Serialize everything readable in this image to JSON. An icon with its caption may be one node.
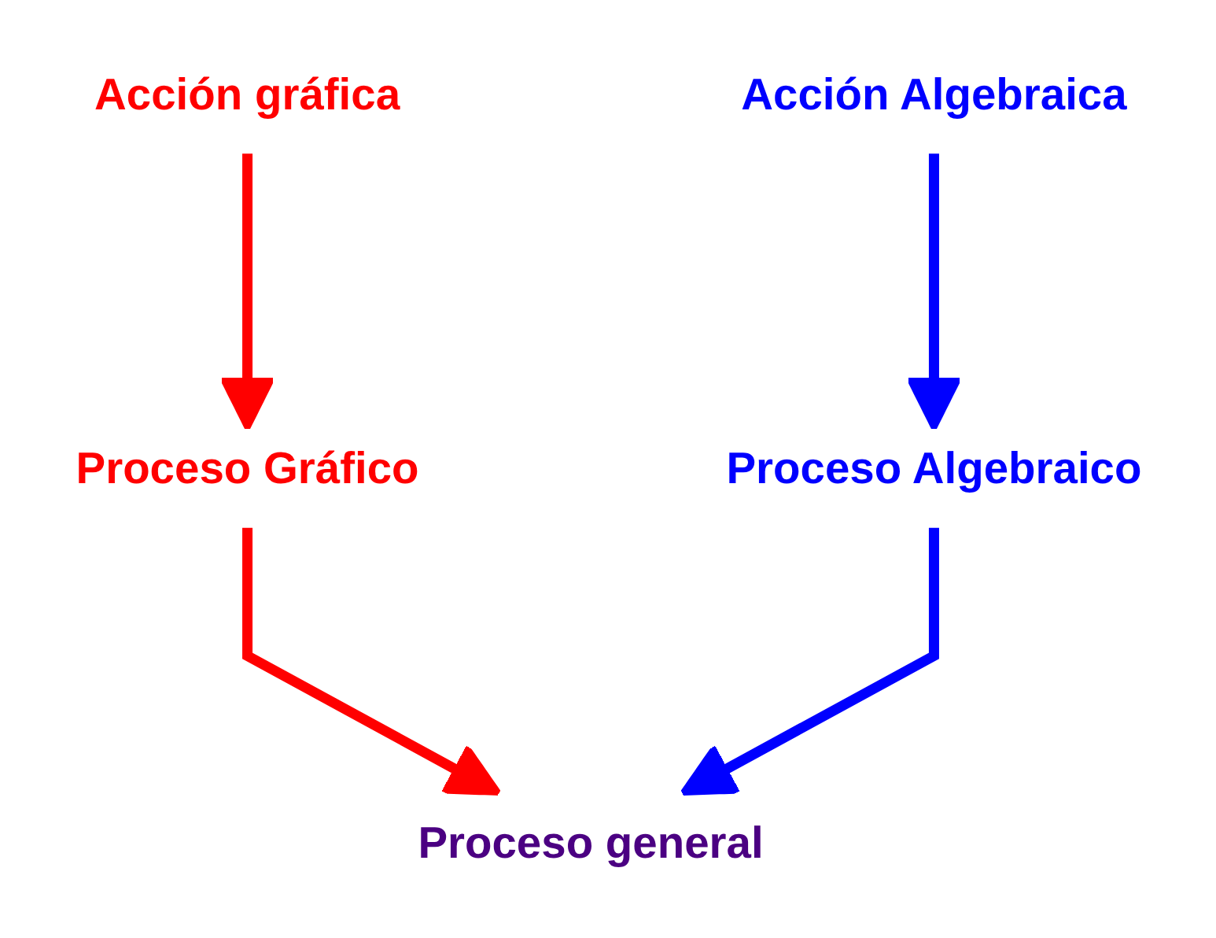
{
  "diagram": {
    "nodes": [
      {
        "text": [
          "Acción gráfica"
        ]
      },
      {
        "text": [
          "Acción Algebraica"
        ]
      },
      {
        "text": [
          "Proceso Gráfico"
        ]
      },
      {
        "text": [
          "Proceso Algebraico"
        ]
      },
      {
        "text": [
          "Proceso general"
        ]
      }
    ],
    "edges": [
      {
        "from": 0,
        "to": 2,
        "arrow": "to",
        "color": "#ff0000"
      },
      {
        "from": 1,
        "to": 3,
        "arrow": "to",
        "color": "#0000ff"
      },
      {
        "from": 2,
        "to": 4,
        "arrow": "to",
        "color": "#ff0000"
      },
      {
        "from": 3,
        "to": 4,
        "arrow": "to",
        "color": "#0000ff"
      }
    ]
  }
}
